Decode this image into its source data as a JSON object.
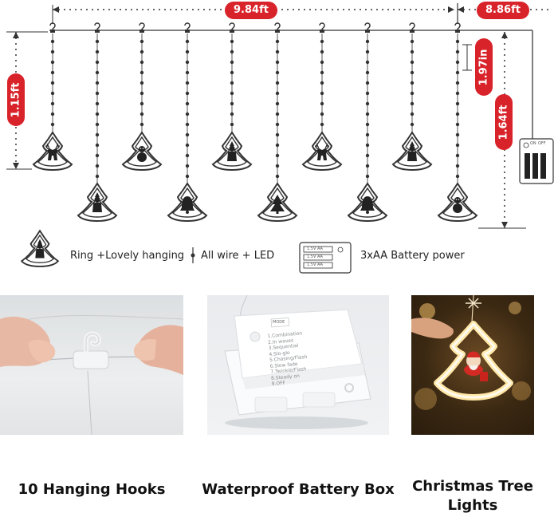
{
  "dimensions": {
    "total_width": "9.84ft",
    "lead_wire": "8.86ft",
    "short_strand": "1.15ft",
    "hook_spacing": "1.97in",
    "long_strand": "1.64ft"
  },
  "legend": {
    "ornament_text": "Ring +Lovely hanging",
    "wire_text": "All wire + LED",
    "battery_text": "3xAA Battery power"
  },
  "battery_box_labels": [
    "1.5V AA",
    "1.5V AA",
    "1.5V AA"
  ],
  "switch_labels": [
    "ON",
    "OFF"
  ],
  "photos": [
    {
      "caption": "10 Hanging Hooks"
    },
    {
      "caption": "Waterproof Battery Box"
    },
    {
      "caption": "Christmas Tree Lights"
    }
  ],
  "battery_box_photo": {
    "button_label": "MODE",
    "modes": [
      "1.Combination",
      "2.In waves",
      "3.Sequential",
      "4.Slo-glo",
      "5.Chasing/Flash",
      "6.Slow fade",
      "7.Twinkle/Flash",
      "8.Steady on",
      "9.OFF"
    ]
  },
  "colors": {
    "accent": "#d9232a",
    "wire": "#555555",
    "warm_glow": "#f7c66a"
  }
}
